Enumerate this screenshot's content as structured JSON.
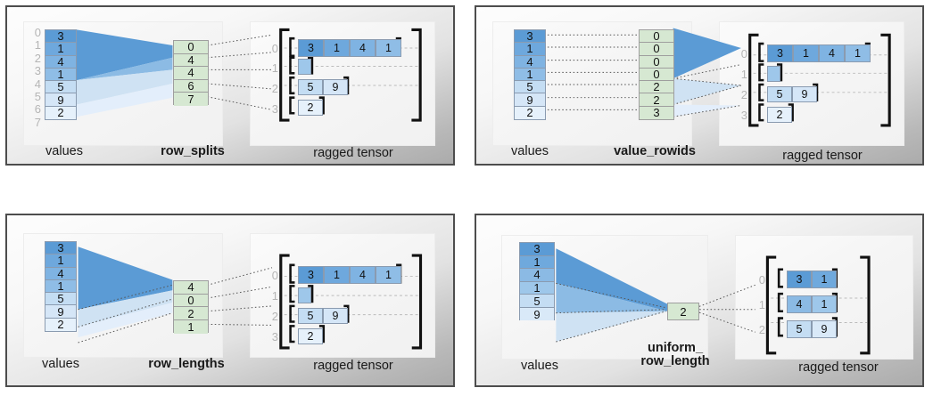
{
  "figure": {
    "title": "RaggedTensor row-partitioning encodings",
    "shared": {
      "values_label": "values",
      "tensor_label": "ragged tensor",
      "colors": {
        "blue_dark": "#5b9bd5",
        "blue_mid": "#8cbbe4",
        "blue_light": "#cfe2f3",
        "blue_lightest": "#eaf3fb",
        "green": "#d6e8d2",
        "cell_border": "#8a9bb0",
        "green_border": "#9e9e9e",
        "panel_border": "#4d4d4d",
        "index_gray": "#b5b5b5",
        "bracket_black": "#111111"
      }
    },
    "panels": [
      {
        "id": "row_splits",
        "encoding_label": "row_splits",
        "values_label": "values",
        "tensor_label": "ragged tensor",
        "values": [
          3,
          1,
          4,
          1,
          5,
          9,
          2
        ],
        "value_indices": [
          0,
          1,
          2,
          3,
          4,
          5,
          6,
          7
        ],
        "show_value_indices": true,
        "encoding_values": [
          0,
          4,
          4,
          6,
          7
        ],
        "tensor_rows": [
          [
            3,
            1,
            4,
            1
          ],
          [],
          [
            5,
            9
          ],
          [
            2
          ]
        ],
        "tensor_row_indices": [
          0,
          1,
          2,
          3
        ]
      },
      {
        "id": "value_rowids",
        "encoding_label": "value_rowids",
        "values_label": "values",
        "tensor_label": "ragged tensor",
        "values": [
          3,
          1,
          4,
          1,
          5,
          9,
          2
        ],
        "value_indices": [],
        "show_value_indices": false,
        "encoding_values": [
          0,
          0,
          0,
          0,
          2,
          2,
          3
        ],
        "tensor_rows": [
          [
            3,
            1,
            4,
            1
          ],
          [],
          [
            5,
            9
          ],
          [
            2
          ]
        ],
        "tensor_row_indices": [
          0,
          1,
          2,
          3
        ]
      },
      {
        "id": "row_lengths",
        "encoding_label": "row_lengths",
        "values_label": "values",
        "tensor_label": "ragged tensor",
        "values": [
          3,
          1,
          4,
          1,
          5,
          9,
          2
        ],
        "value_indices": [],
        "show_value_indices": false,
        "encoding_values": [
          4,
          0,
          2,
          1
        ],
        "tensor_rows": [
          [
            3,
            1,
            4,
            1
          ],
          [],
          [
            5,
            9
          ],
          [
            2
          ]
        ],
        "tensor_row_indices": [
          0,
          1,
          2,
          3
        ]
      },
      {
        "id": "uniform_row_length",
        "encoding_label": "uniform_\nrow_length",
        "values_label": "values",
        "tensor_label": "ragged tensor",
        "values": [
          3,
          1,
          4,
          1,
          5,
          9
        ],
        "value_indices": [],
        "show_value_indices": false,
        "encoding_values": [
          2
        ],
        "tensor_rows": [
          [
            3,
            1
          ],
          [
            4,
            1
          ],
          [
            5,
            9
          ]
        ],
        "tensor_row_indices": [
          0,
          1,
          2
        ]
      }
    ]
  }
}
